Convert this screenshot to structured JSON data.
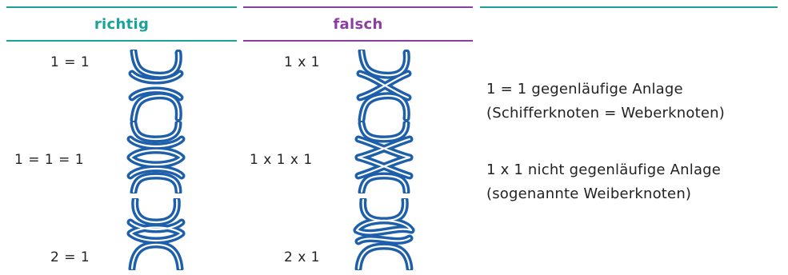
{
  "colors": {
    "teal": "#1ba39b",
    "purple": "#8a3ea0",
    "knot_blue": "#1d5faa"
  },
  "headers": {
    "right": "richtig",
    "wrong": "falsch"
  },
  "right_rows": [
    {
      "label": "1 = 1"
    },
    {
      "label": "1 = 1 = 1"
    },
    {
      "label": "2 = 1"
    }
  ],
  "wrong_rows": [
    {
      "label": "1 x 1"
    },
    {
      "label": "1 x 1 x 1"
    },
    {
      "label": "2 x 1"
    }
  ],
  "notes": {
    "block1_line1": "1 = 1 gegenläufige Anlage",
    "block1_line2": "(Schifferknoten = Weberknoten)",
    "block2_line1": "1 x 1 nicht gegenläufige Anlage",
    "block2_line2": "(sogenannte Weiberknoten)"
  },
  "knot_icons": [
    "sheet-bend-1-1-icon",
    "sheet-bend-1-1-1-icon",
    "sheet-bend-2-1-icon",
    "granny-1x1-icon",
    "granny-1x1x1-icon",
    "granny-2x1-icon"
  ]
}
